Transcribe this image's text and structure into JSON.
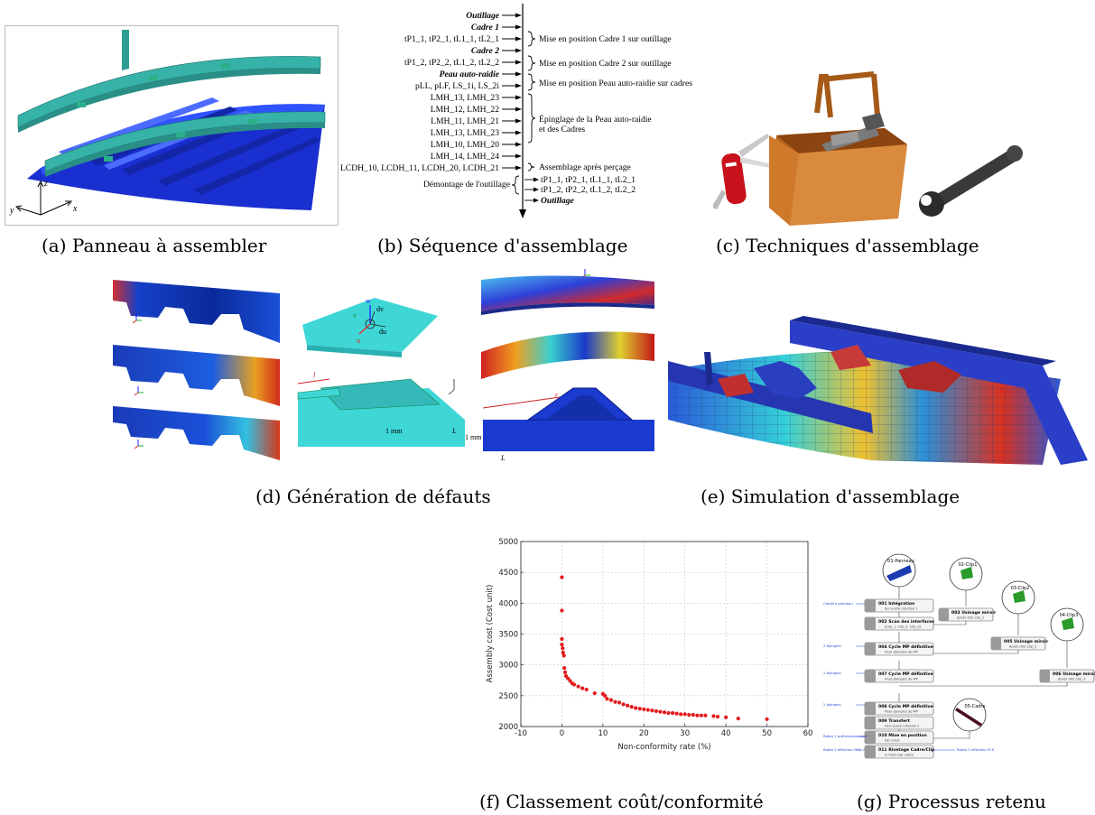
{
  "captions": {
    "a": "(a) Panneau à assembler",
    "b": "(b) Séquence d'assemblage",
    "c": "(c) Techniques d'assemblage",
    "d": "(d) Génération de défauts",
    "e": "(e) Simulation d'assemblage",
    "f": "(f) Classement coût/conformité",
    "g": "(g) Processus retenu"
  },
  "panel_a": {
    "axes": [
      "z",
      "y",
      "x"
    ]
  },
  "sequence": {
    "left_items": [
      {
        "text": "Outillage",
        "italic": true
      },
      {
        "text": "Cadre 1",
        "italic": true
      },
      {
        "text": "tP1_1, tP2_1, tL1_1, tL2_1",
        "italic": false
      },
      {
        "text": "Cadre 2",
        "italic": true
      },
      {
        "text": "tP1_2, tP2_2, tL1_2, tL2_2",
        "italic": false
      },
      {
        "text": "Peau auto-raidie",
        "italic": true
      },
      {
        "text": "pLL, pLF, LS_1i, LS_2i",
        "italic": false
      },
      {
        "text": "LMH_13, LMH_23",
        "italic": false
      },
      {
        "text": "LMH_12, LMH_22",
        "italic": false
      },
      {
        "text": "LMH_11, LMH_21",
        "italic": false
      },
      {
        "text": "LMH_13, LMH_23",
        "italic": false
      },
      {
        "text": "LMH_10, LMH_20",
        "italic": false
      },
      {
        "text": "LMH_14, LMH_24",
        "italic": false
      },
      {
        "text": "LCDH_10, LCDH_11, LCDH_20, LCDH_21",
        "italic": false
      }
    ],
    "phases": [
      "Mise en position Cadre 1 sur outillage",
      "Mise en position Cadre 2 sur outillage",
      "Mise en position Peau auto-raidie sur cadres",
      "Épinglage de la Peau auto-raidie",
      "et des Cadres",
      "Assemblage après perçage"
    ],
    "disassembly_label": "Démontage de l'outillage",
    "right_items": [
      "tP1_1, tP2_1, tL1_1, tL2_1",
      "tP1_2, tP2_2, tL1_2, tL2_2",
      "Outillage"
    ]
  },
  "panel_d": {
    "labels": [
      "w",
      "dv",
      "v",
      "du",
      "u",
      "l",
      "1 mm",
      "L",
      "1 mm",
      "L",
      "r"
    ]
  },
  "chart_data": {
    "type": "scatter",
    "title": "",
    "xlabel": "Non-conformity rate (%)",
    "ylabel": "Assembly cost (Cost unit)",
    "xlim": [
      -10,
      60
    ],
    "ylim": [
      2000,
      5000
    ],
    "xticks": [
      -10,
      0,
      10,
      20,
      30,
      40,
      50,
      60
    ],
    "yticks": [
      2000,
      2500,
      3000,
      3500,
      4000,
      4500,
      5000
    ],
    "grid": true,
    "color": "#e31a1c",
    "series": [
      {
        "x": [
          0,
          0,
          0,
          0,
          0.2,
          0.3,
          0.5,
          0.6,
          0.8,
          1,
          1.5,
          2,
          2.5,
          3,
          4,
          5,
          6,
          8,
          10,
          10.5,
          11,
          12,
          13,
          14,
          15,
          16,
          17,
          18,
          19,
          20,
          21,
          22,
          23,
          24,
          25,
          26,
          27,
          28,
          29,
          30,
          31,
          32,
          33,
          34,
          35,
          37,
          38,
          40,
          43,
          50
        ],
        "y": [
          4420,
          3880,
          3420,
          3330,
          3270,
          3200,
          3150,
          2950,
          2880,
          2820,
          2780,
          2740,
          2700,
          2680,
          2650,
          2620,
          2600,
          2540,
          2530,
          2500,
          2450,
          2430,
          2400,
          2390,
          2360,
          2340,
          2320,
          2300,
          2290,
          2280,
          2270,
          2260,
          2250,
          2240,
          2230,
          2220,
          2220,
          2210,
          2200,
          2200,
          2190,
          2190,
          2180,
          2180,
          2180,
          2170,
          2160,
          2150,
          2130,
          2120
        ]
      }
    ]
  },
  "process": {
    "parts": [
      "01-Panneau",
      "02-Clip1",
      "03-Clip2",
      "04-Clip3",
      "05-Cadre"
    ],
    "ops": [
      {
        "num": "001",
        "title": "Intégration",
        "sub": "Sur poste robotisé 1"
      },
      {
        "num": "002",
        "title": "Scan des interfaces",
        "sub": "(Clip_1, Clip_2, Clip_3)"
      },
      {
        "num": "004",
        "title": "Cycle MP définitive",
        "sub": "Pose épingles de MP"
      },
      {
        "num": "007",
        "title": "Cycle MP définitive",
        "sub": "Pose épingles de MP"
      },
      {
        "num": "008",
        "title": "Cycle MP définitive",
        "sub": "Pose épingles de MP"
      },
      {
        "num": "009",
        "title": "Transfert",
        "sub": "Vers poste robotisé 2"
      },
      {
        "num": "010",
        "title": "Mise en position",
        "sub": "Par robot"
      },
      {
        "num": "011",
        "title": "Rivetage Cadre/Clip",
        "sub": "2 rivets par cadre"
      }
    ],
    "machining": [
      {
        "num": "003",
        "title": "Usinage miroir",
        "sub": "Après 002 Clip_1"
      },
      {
        "num": "005",
        "title": "Usinage miroir",
        "sub": "Après 002 Clip_2"
      },
      {
        "num": "006",
        "title": "Usinage miroir",
        "sub": "Après 002 Clip_3"
      }
    ],
    "resources": [
      "Caméra panneau",
      "2 épingles",
      "2 épingles",
      "2 épingles",
      "Robot 1 préhenseur cadre",
      "Robot 2 effecteur M.E.",
      "Robot 2 effecteur M.E."
    ]
  }
}
